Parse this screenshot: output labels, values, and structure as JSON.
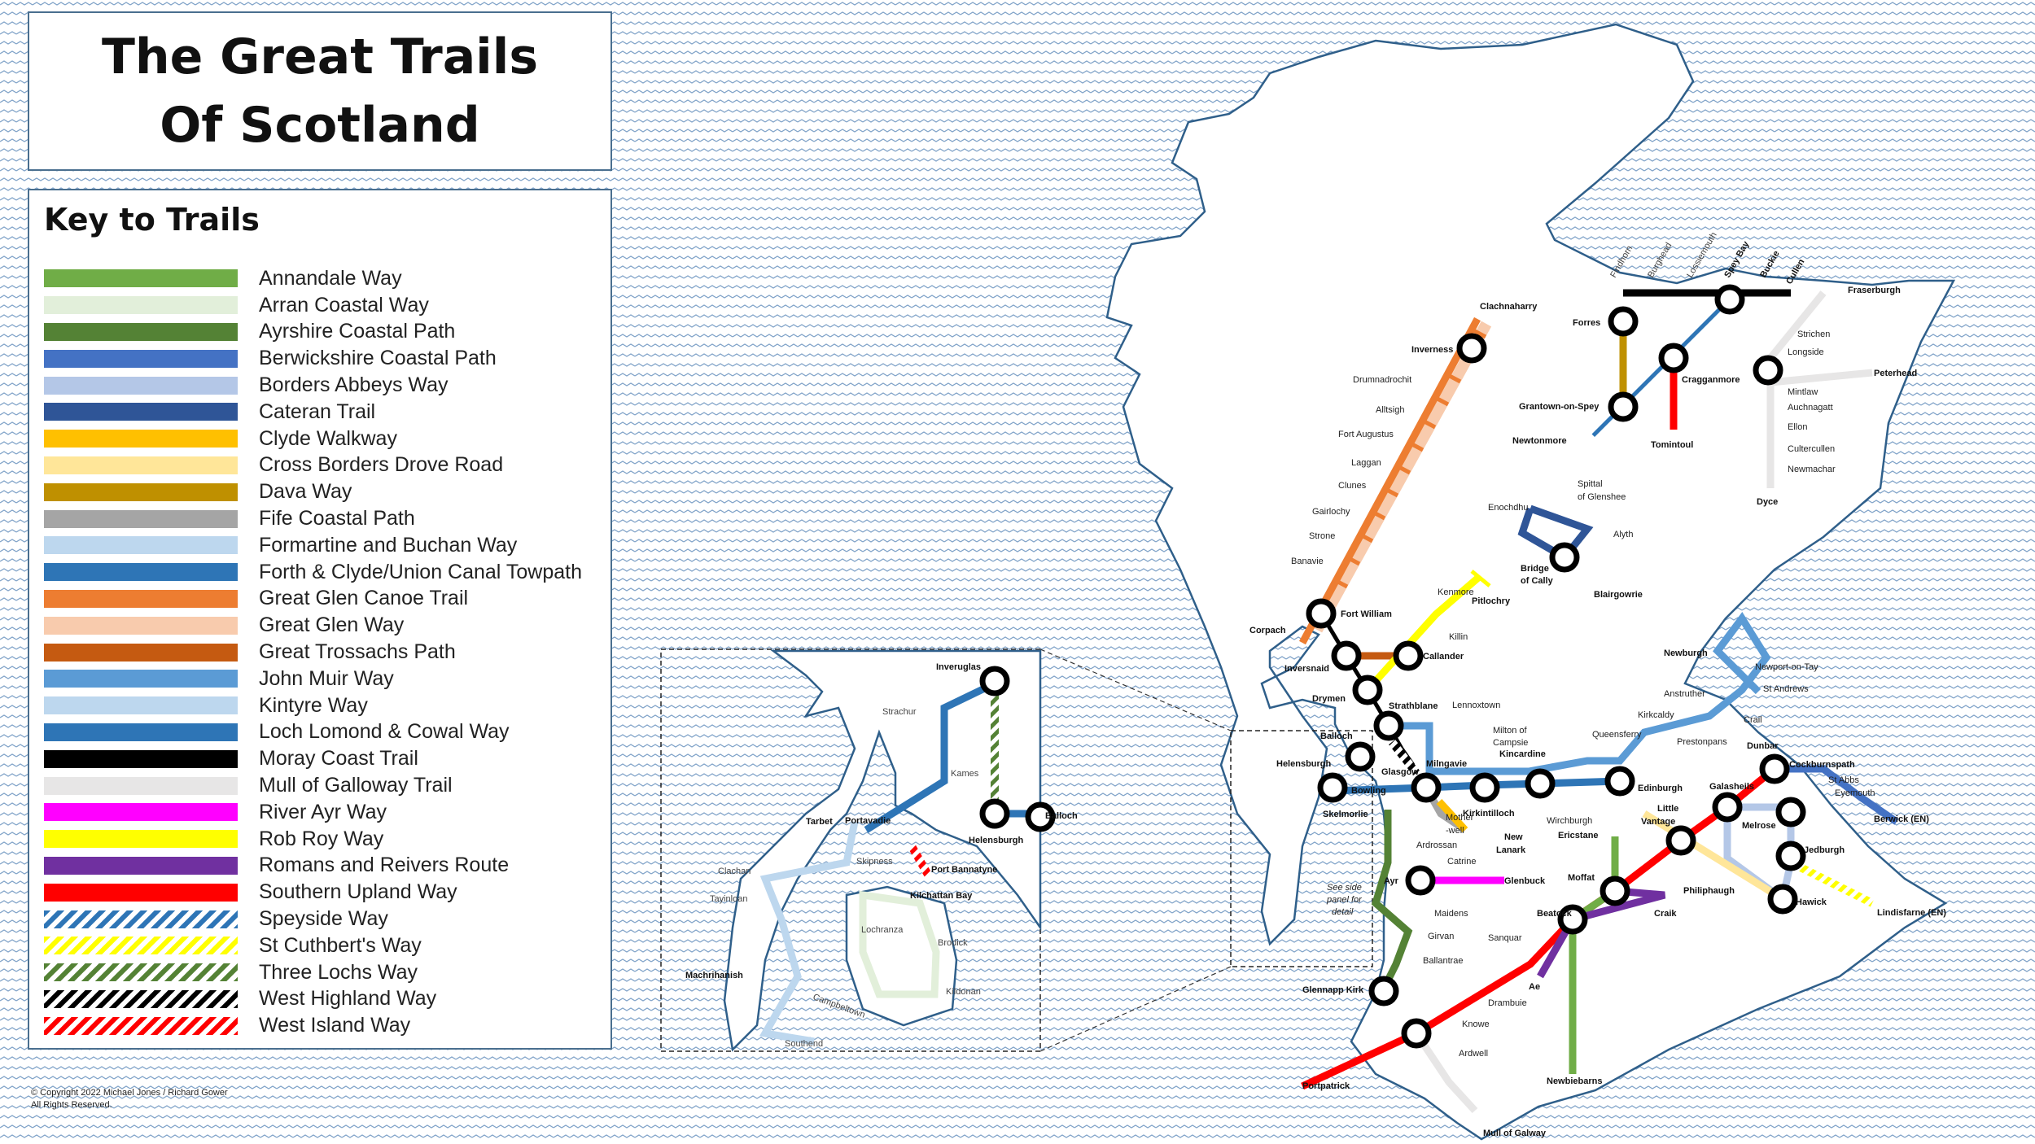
{
  "title": {
    "line1": "The Great Trails",
    "line2": "Of Scotland"
  },
  "key": {
    "heading": "Key to Trails",
    "items": [
      {
        "label": "Annandale Way",
        "color": "#70ad47",
        "pattern": "solid"
      },
      {
        "label": "Arran Coastal Way",
        "color": "#e2efda",
        "pattern": "solid"
      },
      {
        "label": "Ayrshire Coastal Path",
        "color": "#548235",
        "pattern": "solid"
      },
      {
        "label": "Berwickshire Coastal Path",
        "color": "#4472c4",
        "pattern": "solid"
      },
      {
        "label": "Borders Abbeys Way",
        "color": "#b4c7e7",
        "pattern": "solid"
      },
      {
        "label": "Cateran Trail",
        "color": "#2f5597",
        "pattern": "solid"
      },
      {
        "label": "Clyde Walkway",
        "color": "#ffc000",
        "pattern": "solid"
      },
      {
        "label": "Cross Borders Drove Road",
        "color": "#ffe699",
        "pattern": "solid"
      },
      {
        "label": "Dava Way",
        "color": "#bf9000",
        "pattern": "solid"
      },
      {
        "label": "Fife Coastal Path",
        "color": "#a5a5a5",
        "pattern": "solid"
      },
      {
        "label": "Formartine and Buchan Way",
        "color": "#bdd7ee",
        "pattern": "solid"
      },
      {
        "label": "Forth & Clyde/Union Canal Towpath",
        "color": "#2e75b6",
        "pattern": "solid"
      },
      {
        "label": "Great Glen Canoe Trail",
        "color": "#ed7d31",
        "pattern": "solid"
      },
      {
        "label": "Great Glen Way",
        "color": "#f8cbad",
        "pattern": "solid"
      },
      {
        "label": "Great Trossachs Path",
        "color": "#c55a11",
        "pattern": "solid"
      },
      {
        "label": "John Muir Way",
        "color": "#5b9bd5",
        "pattern": "solid"
      },
      {
        "label": "Kintyre Way",
        "color": "#bdd7ee",
        "pattern": "solid"
      },
      {
        "label": "Loch Lomond & Cowal Way",
        "color": "#2e75b6",
        "pattern": "solid"
      },
      {
        "label": "Moray Coast Trail",
        "color": "#000000",
        "pattern": "solid"
      },
      {
        "label": "Mull of Galloway Trail",
        "color": "#e7e6e6",
        "pattern": "solid"
      },
      {
        "label": "River Ayr Way",
        "color": "#ff00ff",
        "pattern": "solid"
      },
      {
        "label": "Rob Roy Way",
        "color": "#ffff00",
        "pattern": "solid"
      },
      {
        "label": "Romans and Reivers Route",
        "color": "#7030a0",
        "pattern": "solid"
      },
      {
        "label": "Southern Upland Way",
        "color": "#ff0000",
        "pattern": "solid"
      },
      {
        "label": "Speyside Way",
        "color": "#2e75b6",
        "pattern": "stripe"
      },
      {
        "label": "St Cuthbert's Way",
        "color": "#ffff00",
        "pattern": "stripe"
      },
      {
        "label": "Three Lochs Way",
        "color": "#548235",
        "pattern": "stripe"
      },
      {
        "label": "West Highland Way",
        "color": "#000000",
        "pattern": "stripe"
      },
      {
        "label": "West Island Way",
        "color": "#ff0000",
        "pattern": "stripe"
      }
    ]
  },
  "copyright": {
    "line1": "© Copyright 2022 Michael Jones / Richard Gower",
    "line2": "All Rights Reserved."
  },
  "places": {
    "clachnaharry": "Clachnaharry",
    "inverness": "Inverness",
    "drumnadrochit": "Drumnadrochit",
    "alltsigh": "Alltsigh",
    "fort_augustus": "Fort Augustus",
    "laggan": "Laggan",
    "clunes": "Clunes",
    "gairlochy": "Gairlochy",
    "strone": "Strone",
    "banavie": "Banavie",
    "corpach": "Corpach",
    "fort_william": "Fort William",
    "kenmore": "Kenmore",
    "pitlochry": "Pitlochry",
    "killin": "Killin",
    "callander": "Callander",
    "inversnaid": "Inversnaid",
    "drymen": "Drymen",
    "strathblane": "Strathblane",
    "lennoxtown": "Lennoxtown",
    "milton1": "Milton of",
    "milton2": "Campsie",
    "balloch": "Balloch",
    "helensburgh": "Helensburgh",
    "glasgow": "Glasgow",
    "milngavie": "Milngavie",
    "bowling": "Bowling",
    "kincardine": "Kincardine",
    "queensferry": "Queensferry",
    "kirkcaldy": "Kirkcaldy",
    "anstruther": "Anstruther",
    "crail": "Crail",
    "st_andrews": "St Andrews",
    "newport": "Newport-on-Tay",
    "newburgh": "Newburgh",
    "prestonpans": "Prestonpans",
    "dunbar": "Dunbar",
    "cockburnspath": "Cockburnspath",
    "st_abbs": "St Abbs",
    "eyemouth": "Eyemouth",
    "berwick": "Berwick (EN)",
    "edinburgh": "Edinburgh",
    "kirkintilloch": "Kirkintilloch",
    "skelmorlie": "Skelmorlie",
    "motherwell1": "Mother",
    "motherwell2": "-well",
    "ardrossan": "Ardrossan",
    "new_lanark1": "New",
    "new_lanark2": "Lanark",
    "wirchburgh": "Wirchburgh",
    "little1": "Little",
    "little2": "Vantage",
    "ericstane": "Ericstane",
    "galasheils": "Galasheils",
    "melrose": "Melrose",
    "jedburgh": "Jedburgh",
    "lindisfarne": "Lindisfarne (EN)",
    "hawick": "Hawick",
    "philiphaugh": "Philiphaugh",
    "moffat": "Moffat",
    "craik": "Craik",
    "catrine": "Catrine",
    "glenbuck": "Glenbuck",
    "ayr": "Ayr",
    "maidens": "Maidens",
    "girvan": "Girvan",
    "ballantrae": "Ballantrae",
    "glennapp": "Glennapp Kirk",
    "sanquar": "Sanquar",
    "beatock": "Beatock",
    "ae": "Ae",
    "drambuie": "Drambuie",
    "knowe": "Knowe",
    "ardwell": "Ardwell",
    "portpatrick": "Portpatrick",
    "newbiebarns": "Newbiebarns",
    "mull_galway": "Mull of Galway",
    "see1": "See side",
    "see2": "panel for",
    "see3": "detail",
    "forres": "Forres",
    "findhorn": "Findhorn",
    "burghead": "Burghead",
    "lossiemouth": "Lossiemouth",
    "spey_bay": "Spey Bay",
    "buckie": "Buckie",
    "cullen": "Cullen",
    "fraserburgh": "Fraserburgh",
    "strichen": "Strichen",
    "longside": "Longside",
    "peterhead": "Peterhead",
    "mintlaw": "Mintlaw",
    "auchnagatt": "Auchnagatt",
    "ellon": "Ellon",
    "culter": "Cultercullen",
    "newmachar": "Newmachar",
    "dyce": "Dyce",
    "cragganmore": "Cragganmore",
    "tomintoul": "Tomintoul",
    "grantown": "Grantown-on-Spey",
    "newtonmore": "Newtonmore",
    "spittal1": "Spittal",
    "spittal2": "of Glenshee",
    "enochdhu": "Enochdhu",
    "alyth": "Alyth",
    "bridge1": "Bridge",
    "bridge2": "of Cally",
    "blairgowrie": "Blairgowrie",
    "inveruglas": "Inveruglas",
    "strachur": "Strachur",
    "kames": "Kames",
    "portavadie": "Portavadie",
    "tarbet": "Tarbet",
    "balloch_inset": "Balloch",
    "helensburgh_inset": "Helensburgh",
    "clachan": "Clachan",
    "tayinloan": "Tayinloan",
    "skipness": "Skipness",
    "port_bannatyne": "Port Bannatyne",
    "kilchattan": "Kilchattan Bay",
    "lochranza": "Lochranza",
    "brodick": "Brodick",
    "machrihanish": "Machrihanish",
    "campbeltown": "Campbeltown",
    "kildonan": "Kildonan",
    "southend": "Southend"
  }
}
